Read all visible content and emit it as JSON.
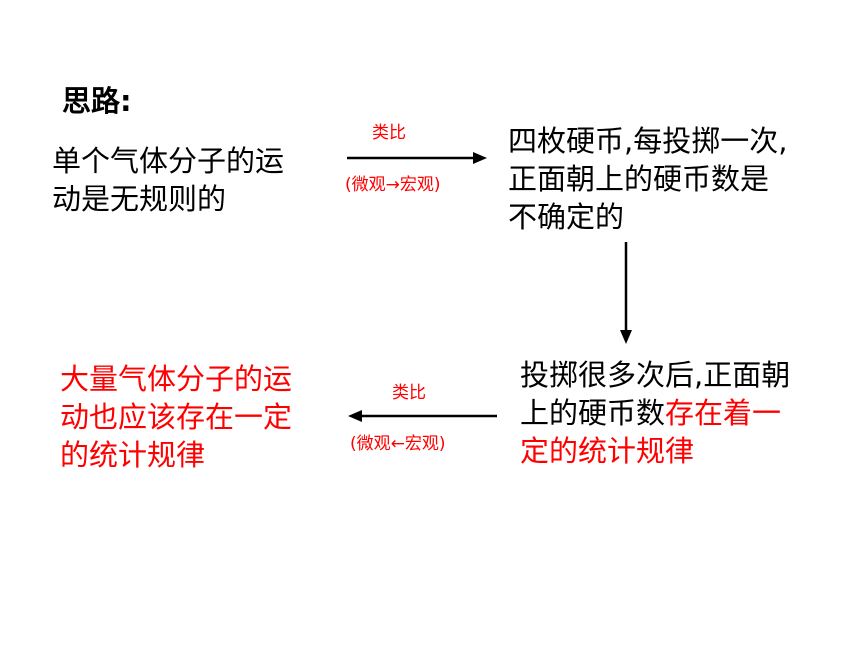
{
  "heading": "思路:",
  "nodes": {
    "single": {
      "line1": "单个气体分子的运",
      "line2": "动是无规则的"
    },
    "coins": {
      "line1": "四枚硬币,每投掷一次,",
      "line2": "正面朝上的硬币数是",
      "line3": "不确定的"
    },
    "many_throws": {
      "line1": "投掷很多次后,正面朝",
      "line2_black": "上的硬币数",
      "line2_red": "存在着一",
      "line3": "定的统计规律"
    },
    "many_molecules": {
      "line1": "大量气体分子的运",
      "line2": "动也应该存在一定",
      "line3": "的统计规律"
    }
  },
  "arrows": {
    "top": {
      "label": "类比",
      "sublabel": "(微观→宏观)"
    },
    "bottom": {
      "label": "类比",
      "sublabel": "(微观←宏观)"
    }
  },
  "colors": {
    "accent": "#ff0000",
    "text": "#000000"
  }
}
